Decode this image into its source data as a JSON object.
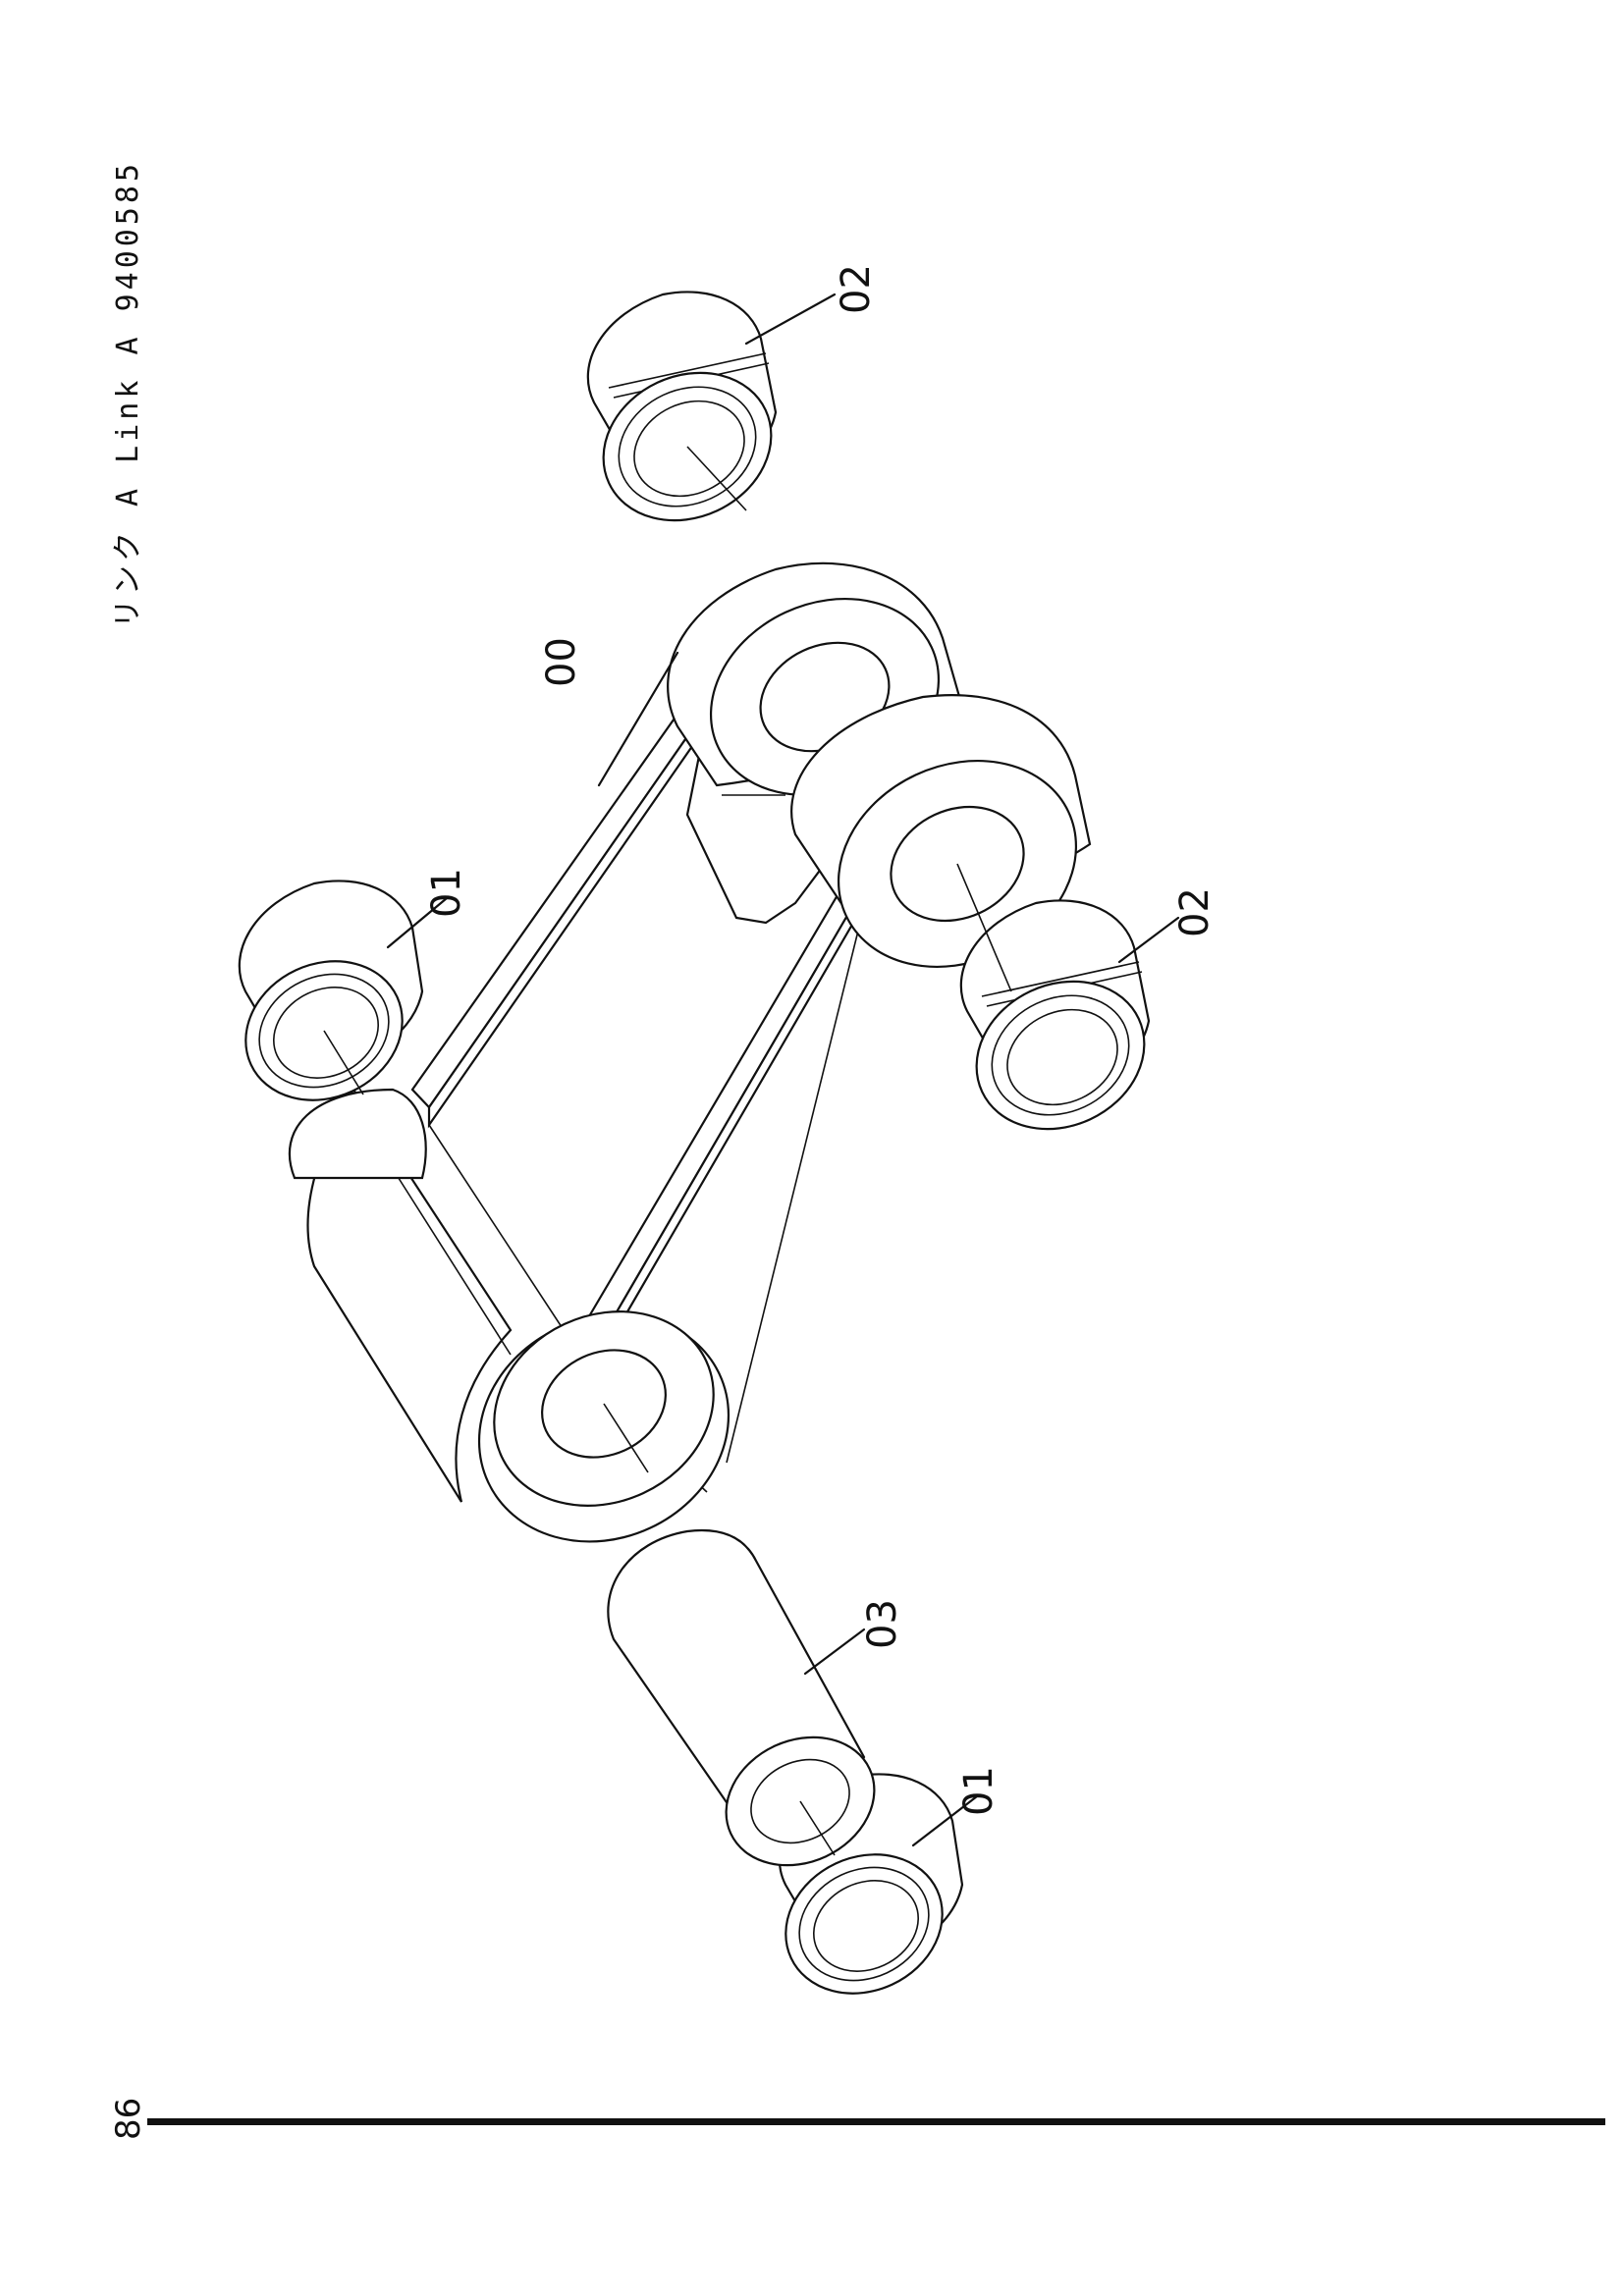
{
  "header": {
    "title": "リンク A  Link A 9400585"
  },
  "page_number": "86",
  "callouts": {
    "c00": "00",
    "c01_top": "01",
    "c01_bottom": "01",
    "c02_top": "02",
    "c02_right": "02",
    "c03": "03"
  }
}
